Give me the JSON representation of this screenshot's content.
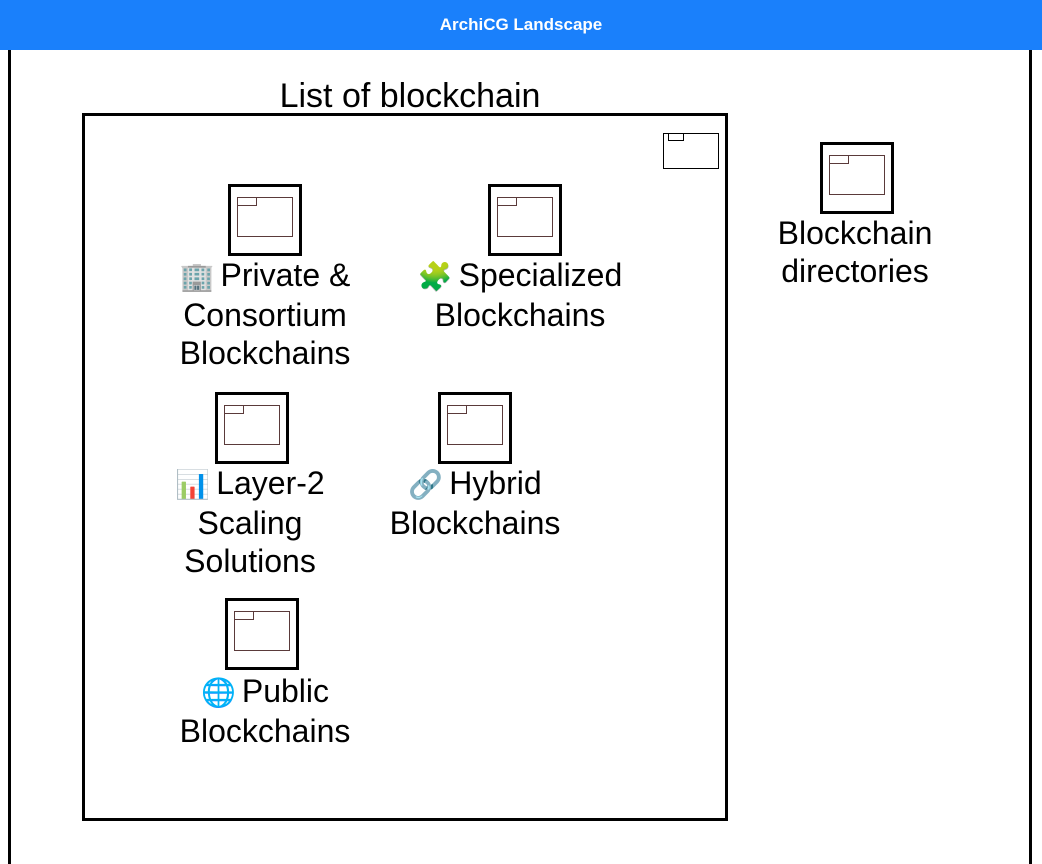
{
  "window": {
    "title": "ArchiCG Landscape",
    "bar_color": "#1a80fb"
  },
  "group": {
    "title": "List of blockchain",
    "icon": "folder-icon"
  },
  "nodes": {
    "private": {
      "emoji": "🏢",
      "icon": "building-icon",
      "lines": [
        "Private &",
        "Consortium",
        "Blockchains"
      ]
    },
    "specialized": {
      "emoji": "🧩",
      "icon": "puzzle-icon",
      "lines": [
        "Specialized",
        "Blockchains"
      ]
    },
    "layer2": {
      "emoji": "📊",
      "icon": "bar-chart-icon",
      "lines": [
        "Layer-2",
        "Scaling",
        "Solutions"
      ]
    },
    "hybrid": {
      "emoji": "🔗",
      "icon": "link-icon",
      "lines": [
        "Hybrid",
        "Blockchains"
      ]
    },
    "public": {
      "emoji": "🌐",
      "icon": "globe-icon",
      "lines": [
        "Public",
        "Blockchains"
      ]
    },
    "directories": {
      "lines": [
        "Blockchain",
        "directories"
      ]
    }
  }
}
